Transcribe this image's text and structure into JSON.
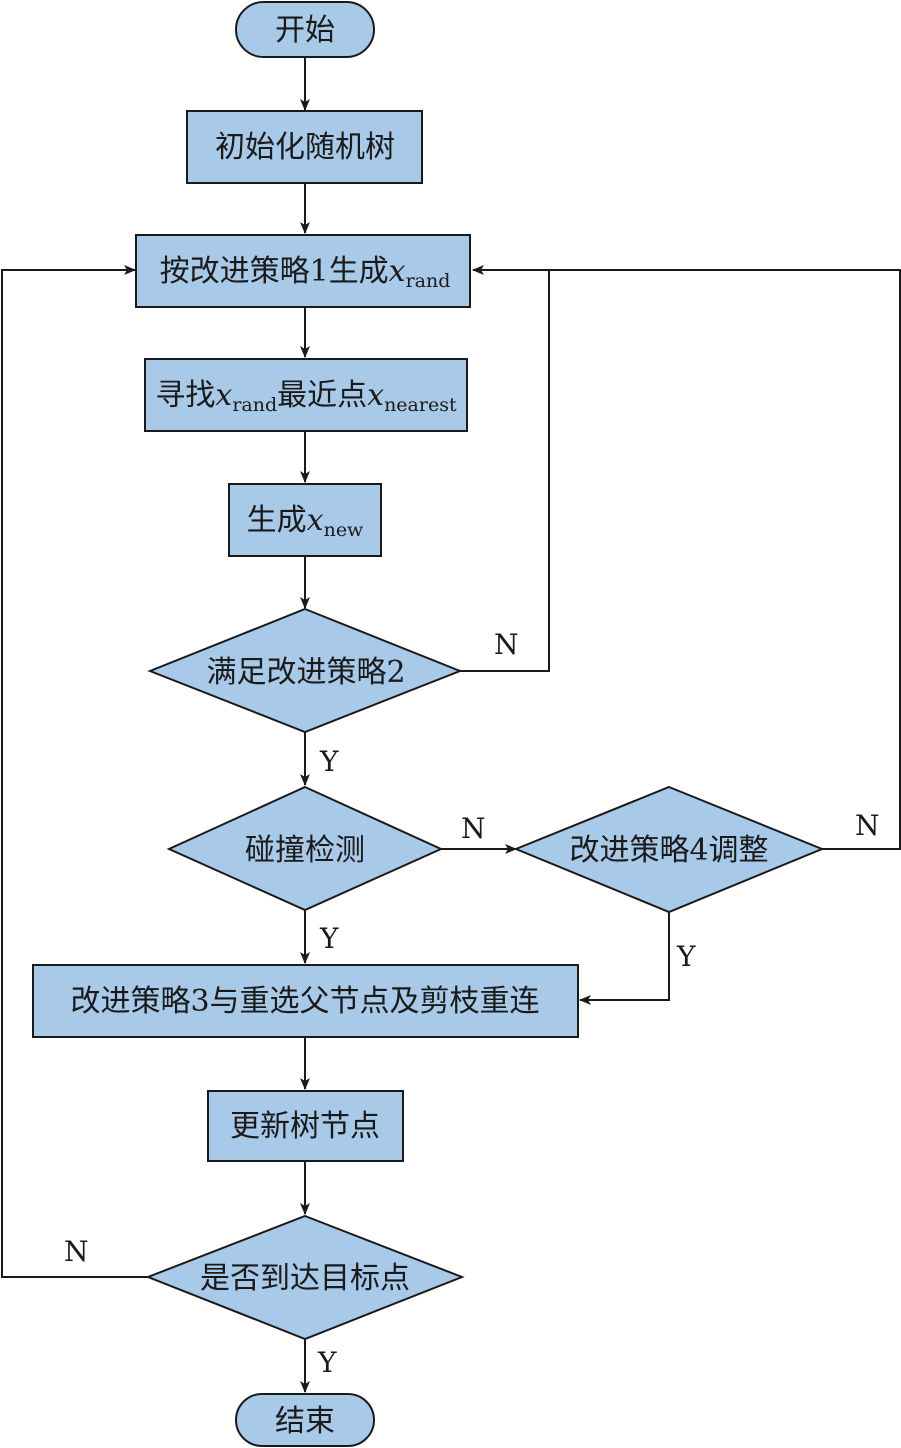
{
  "nodes": {
    "start": "开始",
    "init_tree": "初始化随机树",
    "gen_rand": {
      "text": "按改进策略1生成",
      "var": "x",
      "sub": "rand"
    },
    "find_nearest": {
      "text1": "寻找",
      "var1": "x",
      "sub1": "rand",
      "text2": "最近点",
      "var2": "x",
      "sub2": "nearest"
    },
    "gen_new": {
      "text": "生成",
      "var": "x",
      "sub": "new"
    },
    "check_strategy2": "满足改进策略2",
    "collision_check": "碰撞检测",
    "strategy4_adjust": "改进策略4调整",
    "strategy3_rewire": "改进策略3与重选父节点及剪枝重连",
    "update_tree": "更新树节点",
    "reach_goal": "是否到达目标点",
    "end": "结束"
  },
  "edge_labels": {
    "strategy2_no": "N",
    "strategy2_yes": "Y",
    "collision_no": "N",
    "collision_yes": "Y",
    "strategy4_no": "N",
    "strategy4_yes": "Y",
    "goal_no": "N",
    "goal_yes": "Y"
  }
}
